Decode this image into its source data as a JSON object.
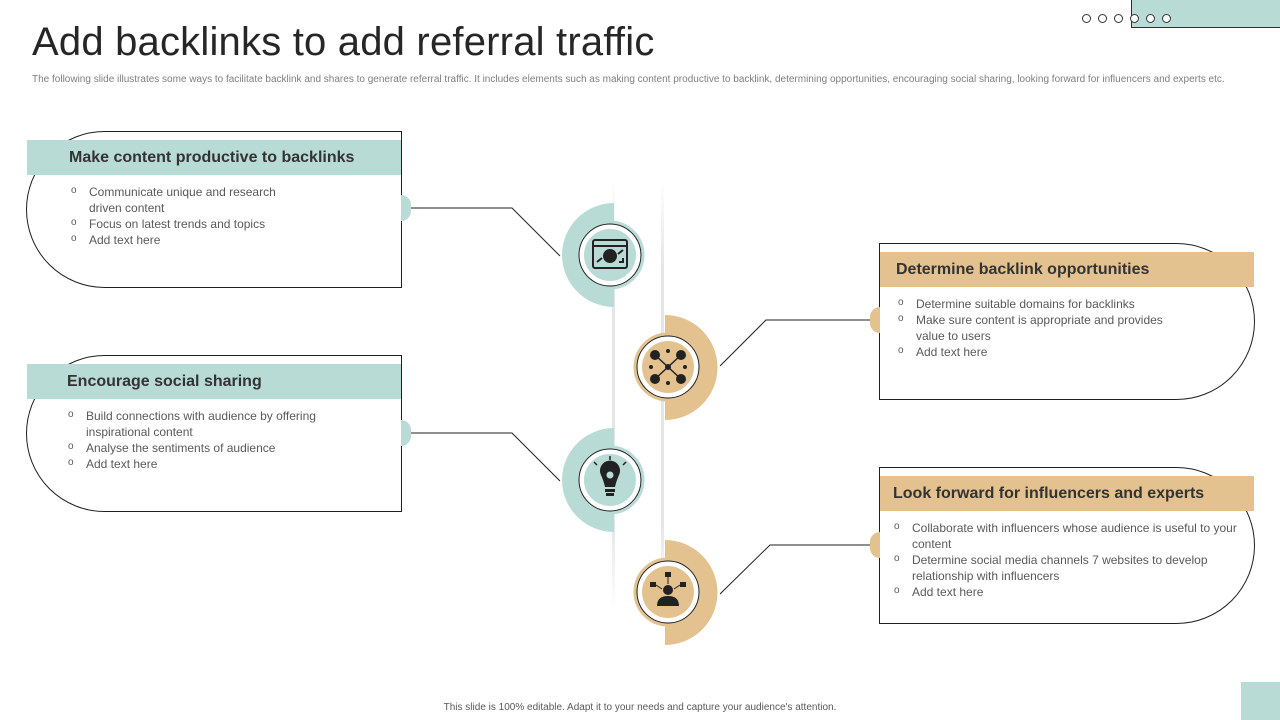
{
  "title": "Add backlinks to add referral traffic",
  "subtitle": "The following slide illustrates some ways to facilitate backlink and shares to generate referral traffic. It includes elements such as making  content productive to backlink, determining opportunities, encouraging social sharing, looking  forward for influencers and experts etc.",
  "footer": "This slide is 100% editable. Adapt it to your needs and capture your audience's attention.",
  "colors": {
    "teal": "#b9dbd6",
    "tan": "#e4c28f",
    "outline": "#1f1f1f"
  },
  "cards": [
    {
      "heading": "Make content productive to backlinks",
      "bullets": [
        "Communicate  unique  and  research driven  content",
        "Focus on latest trends and topics",
        "Add text here"
      ],
      "icon": "browser-analytics-icon"
    },
    {
      "heading": "Determine backlink opportunities",
      "bullets": [
        "Determine  suitable domains for backlinks",
        "Make sure content is appropriate  and provides value  to users",
        "Add text here"
      ],
      "icon": "network-people-icon"
    },
    {
      "heading": "Encourage social sharing",
      "bullets": [
        "Build connections with audience by offering inspirational content",
        "Analyse the sentiments of audience",
        "Add text here"
      ],
      "icon": "lightbulb-gear-icon"
    },
    {
      "heading": "Look forward for influencers and experts",
      "bullets": [
        "Collaborate  with  influencers  whose  audience  is useful to your content",
        "Determine  social media channels 7 websites to develop relationship with influencers",
        "Add text here"
      ],
      "icon": "influencer-person-icon"
    }
  ]
}
